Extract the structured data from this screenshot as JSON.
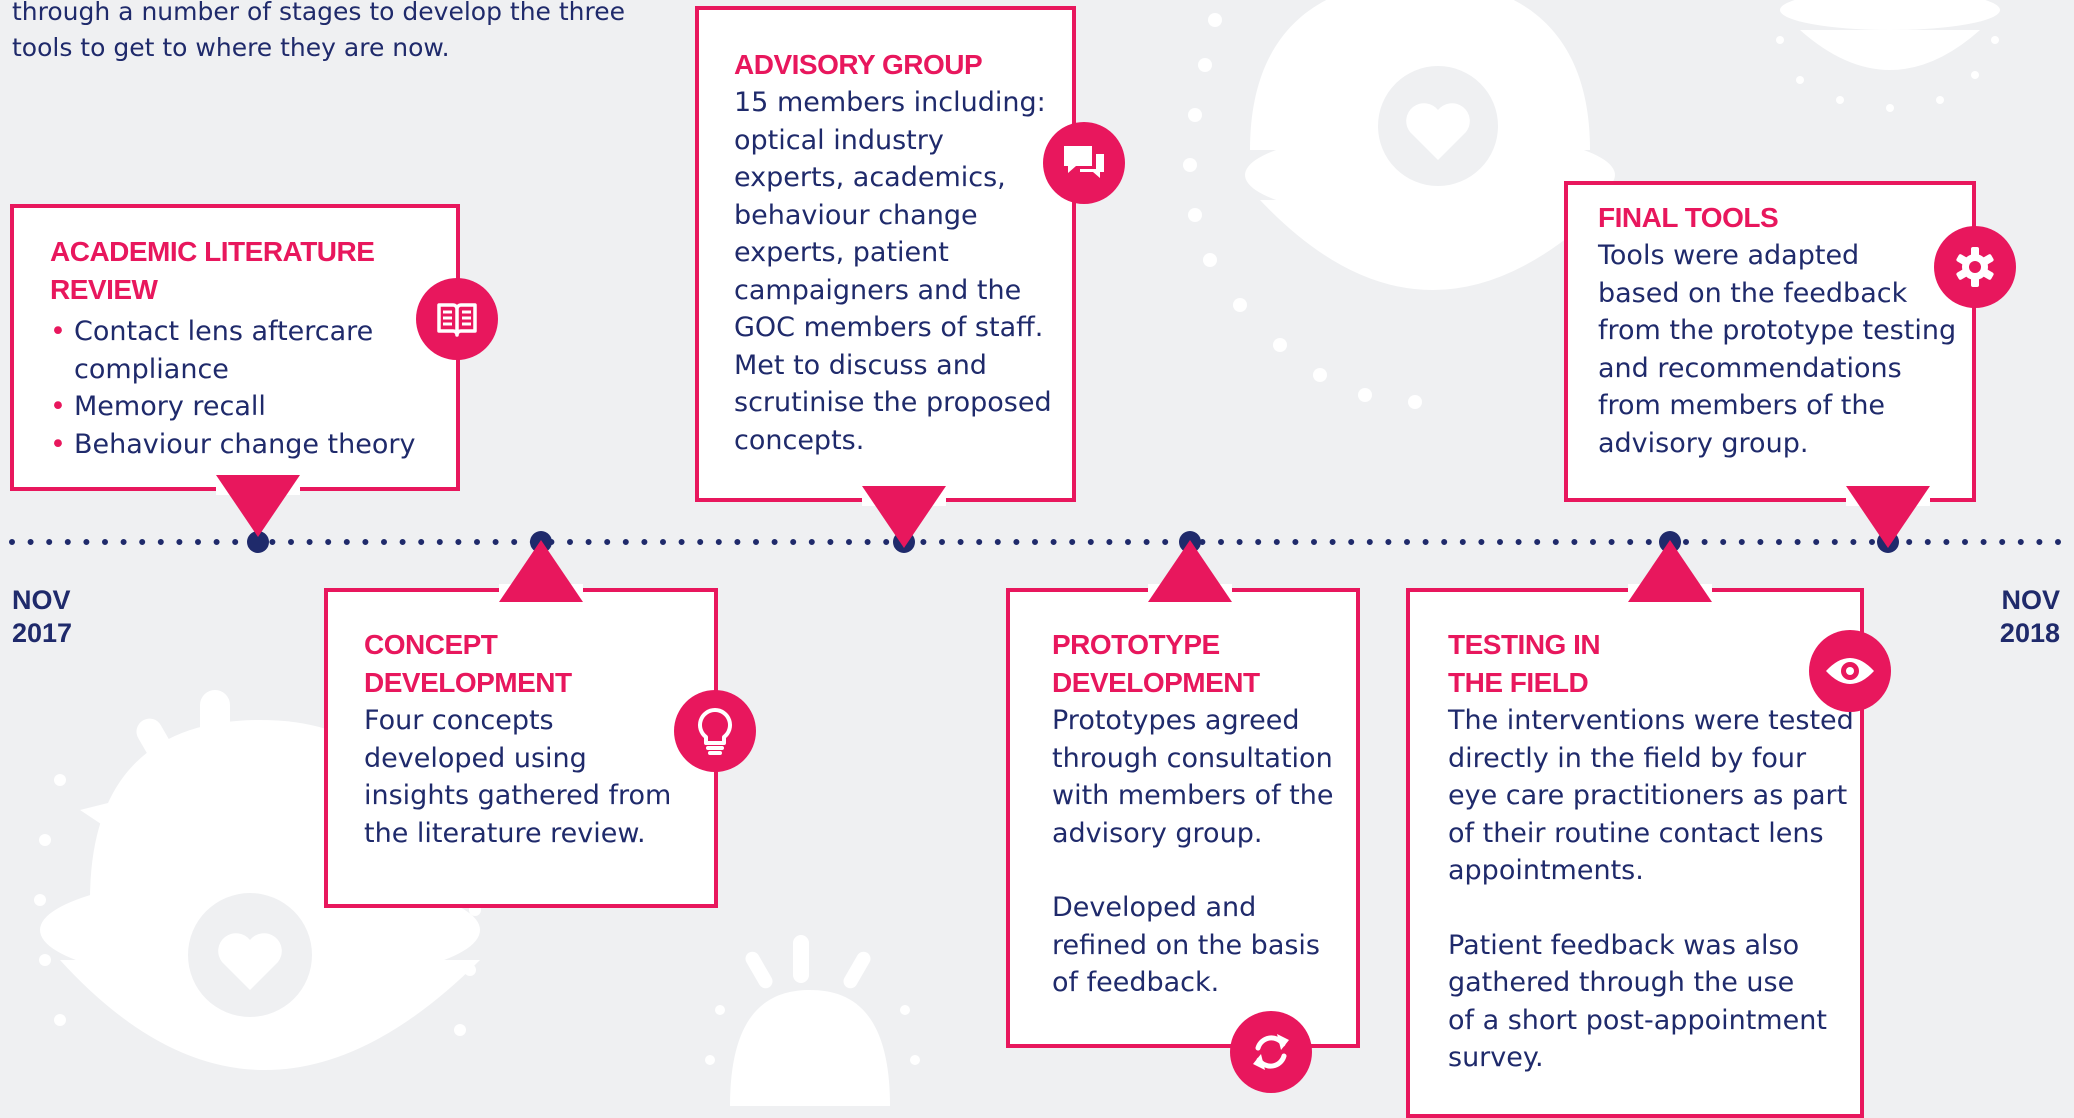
{
  "intro": {
    "line1": "through a number of stages to develop the three",
    "line2": "tools to get to where they are now."
  },
  "timeline": {
    "start": {
      "month": "NOV",
      "year": "2017"
    },
    "end": {
      "month": "NOV",
      "year": "2018"
    }
  },
  "stages": {
    "academic": {
      "title_line1": "ACADEMIC LITERATURE",
      "title_line2": "REVIEW",
      "bullets": [
        "Contact lens aftercare",
        "compliance",
        "Memory recall",
        "Behaviour change theory"
      ],
      "icon": "book-icon"
    },
    "concept": {
      "title_line1": "CONCEPT",
      "title_line2": "DEVELOPMENT",
      "lines": [
        "Four concepts",
        "developed using",
        "insights gathered from",
        "the literature review."
      ],
      "icon": "lightbulb-icon"
    },
    "advisory": {
      "title": "ADVISORY GROUP",
      "lines": [
        "15 members including:",
        "optical industry",
        "experts, academics,",
        "behaviour change",
        "experts, patient",
        "campaigners and the",
        "GOC members of staff.",
        "Met to discuss and",
        "scrutinise the proposed",
        "concepts."
      ],
      "icon": "chat-bubbles-icon"
    },
    "prototype": {
      "title_line1": "PROTOTYPE",
      "title_line2": "DEVELOPMENT",
      "para1": [
        "Prototypes agreed",
        "through consultation",
        "with members of the",
        "advisory group."
      ],
      "para2": [
        "Developed and",
        "refined on the basis",
        "of feedback."
      ],
      "icon": "refresh-icon"
    },
    "testing": {
      "title_line1": "TESTING IN",
      "title_line2": "THE FIELD",
      "para1": [
        "The interventions were tested",
        "directly in the field by four",
        "eye care practitioners as part",
        "of their routine contact lens",
        "appointments."
      ],
      "para2": [
        "Patient feedback was also",
        "gathered through the use",
        "of a short post-appointment",
        "survey."
      ],
      "icon": "eye-icon"
    },
    "final": {
      "title": "FINAL TOOLS",
      "lines": [
        "Tools were adapted",
        "based on the feedback",
        "from the prototype testing",
        "and recommendations",
        "from members of the",
        "advisory group."
      ],
      "icon": "gear-icon"
    }
  },
  "colors": {
    "accent": "#e8175d",
    "navy": "#1f2a6b",
    "background": "#eff0f2"
  }
}
